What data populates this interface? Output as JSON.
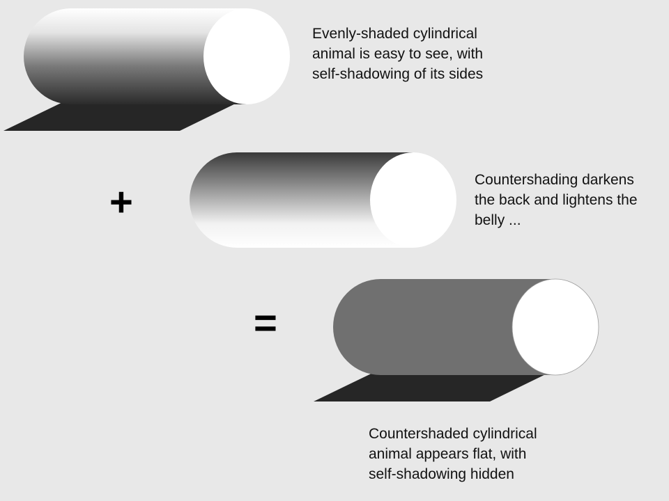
{
  "diagram": {
    "captions": {
      "evenly_shaded": [
        "Evenly-shaded cylindrical",
        "animal is easy to see, with",
        "self-shadowing of its sides"
      ],
      "countershading": [
        "Countershading darkens",
        "the back and lightens the",
        "belly ..."
      ],
      "result": [
        "Countershaded cylindrical",
        "animal appears flat, with",
        "self-shadowing hidden"
      ]
    },
    "operators": {
      "plus": "+",
      "equals": "="
    },
    "colors": {
      "background": "#e8e8e8",
      "shadow": "#262626",
      "flat_body": "#707070",
      "end_cap": "#ffffff",
      "text": "#111111"
    }
  }
}
